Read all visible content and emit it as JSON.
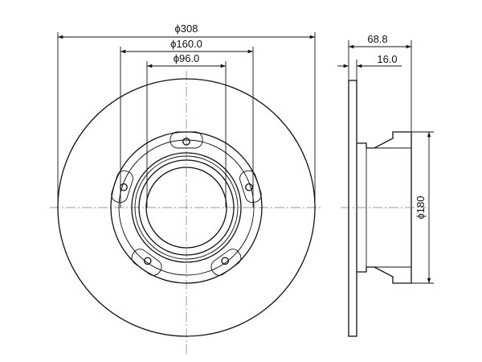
{
  "dimensions": {
    "outer_diameter": "ϕ308",
    "bolt_circle_diameter": "ϕ160.0",
    "center_bore_diameter": "ϕ96.0",
    "overall_height": "68.8",
    "disc_thickness": "16.0",
    "hat_diameter": "ϕ180"
  },
  "colors": {
    "line": "#111111",
    "centerline": "#777777",
    "background": "#ffffff"
  },
  "icons": {
    "dimension_arrow": "arrowhead"
  }
}
